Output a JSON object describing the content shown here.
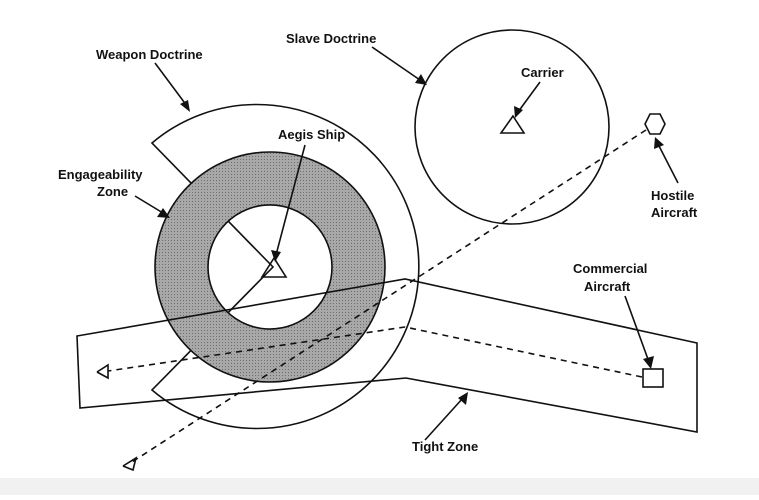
{
  "diagram": {
    "labels": {
      "weapon_doctrine": "Weapon Doctrine",
      "slave_doctrine": "Slave Doctrine",
      "carrier": "Carrier",
      "aegis_ship": "Aegis Ship",
      "engageability_line1": "Engageability",
      "engageability_line2": "Zone",
      "hostile_line1": "Hostile",
      "hostile_line2": "Aircraft",
      "commercial_line1": "Commercial",
      "commercial_line2": "Aircraft",
      "tight_zone": "Tight Zone"
    },
    "colors": {
      "line": "#111111",
      "engageability_fill": "#9a9a9a",
      "background": "#ffffff"
    },
    "symbols": {
      "carrier": "triangle",
      "aegis_ship": "triangle",
      "hostile_aircraft": "hexagon",
      "commercial_aircraft": "square",
      "track_ends": "arrowhead"
    }
  }
}
